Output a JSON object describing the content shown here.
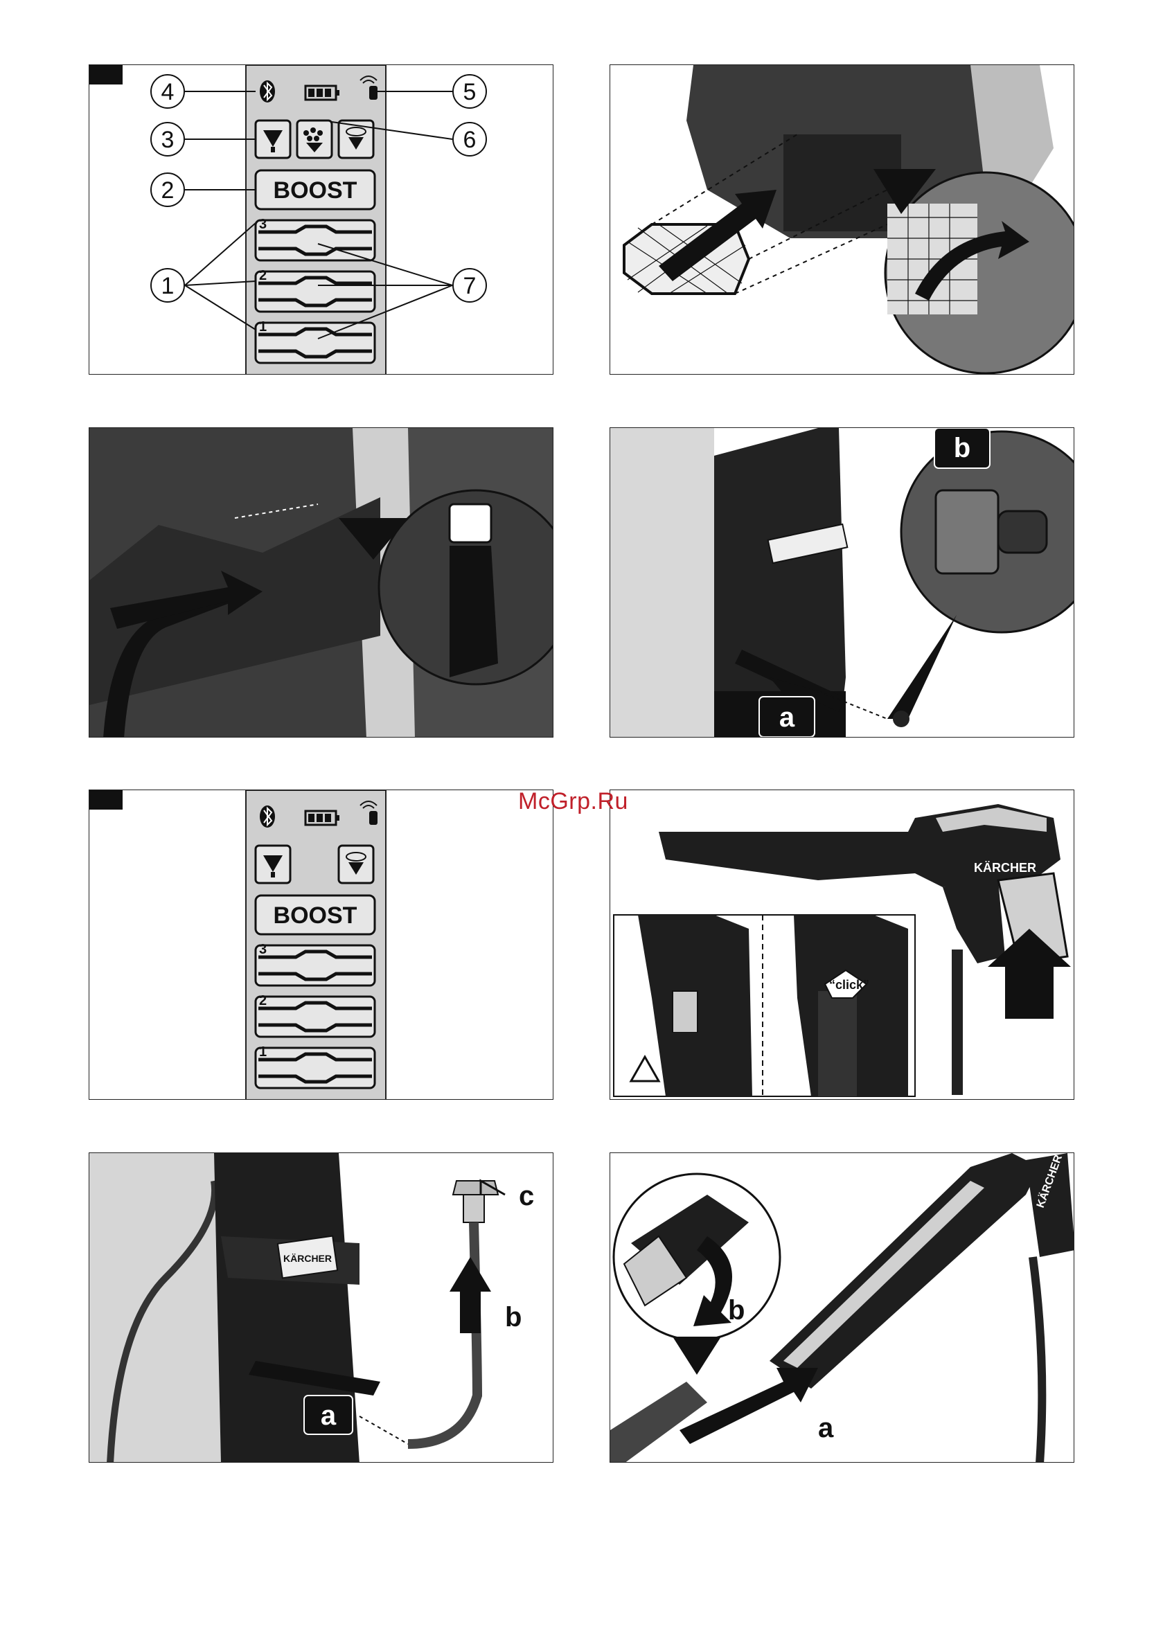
{
  "watermark": "McGrp.Ru",
  "figure1": {
    "boost_label": "BOOST",
    "callouts": [
      "1",
      "2",
      "3",
      "4",
      "5",
      "6",
      "7"
    ],
    "levels": [
      "3",
      "2",
      "1"
    ]
  },
  "figure4": {
    "labels": [
      "b",
      "a"
    ]
  },
  "figure5": {
    "boost_label": "BOOST",
    "levels": [
      "3",
      "2",
      "1"
    ]
  },
  "figure6": {
    "click_label": "“click”",
    "brand": "KÄRCHER"
  },
  "figure7": {
    "labels": [
      "c",
      "b",
      "a"
    ],
    "brand": "KÄRCHER"
  },
  "figure8": {
    "labels": [
      "b",
      "a"
    ],
    "brand": "KÄRCHER"
  },
  "colors": {
    "panel_bg": "#cfcfcf",
    "dark": "#1a1a1a",
    "mid": "#555555",
    "watermark": "#c0202a"
  }
}
